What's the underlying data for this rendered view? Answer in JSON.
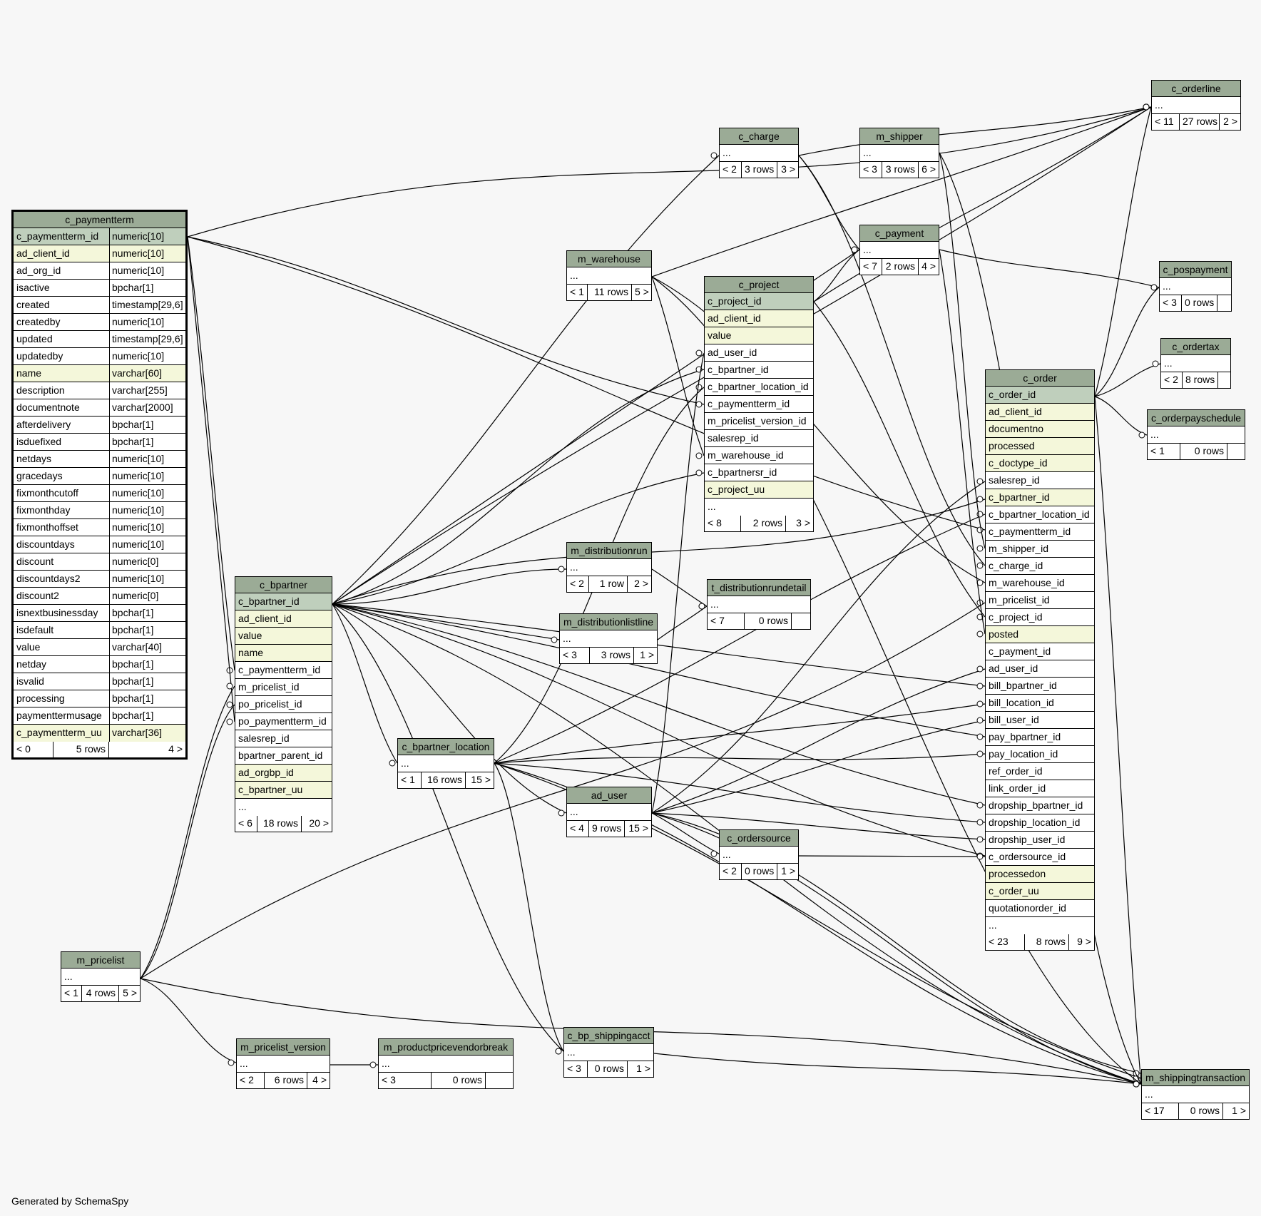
{
  "credit": "Generated by SchemaSpy",
  "colors": {
    "background": "#f7f7f7",
    "header": "#9bab96",
    "primary_key_row": "#bfcfbc",
    "required_row": "#f4f7da"
  },
  "c_paymentterm": {
    "name": "c_paymentterm",
    "columns": [
      {
        "name": "c_paymentterm_id",
        "type": "numeric[10]"
      },
      {
        "name": "ad_client_id",
        "type": "numeric[10]"
      },
      {
        "name": "ad_org_id",
        "type": "numeric[10]"
      },
      {
        "name": "isactive",
        "type": "bpchar[1]"
      },
      {
        "name": "created",
        "type": "timestamp[29,6]"
      },
      {
        "name": "createdby",
        "type": "numeric[10]"
      },
      {
        "name": "updated",
        "type": "timestamp[29,6]"
      },
      {
        "name": "updatedby",
        "type": "numeric[10]"
      },
      {
        "name": "name",
        "type": "varchar[60]"
      },
      {
        "name": "description",
        "type": "varchar[255]"
      },
      {
        "name": "documentnote",
        "type": "varchar[2000]"
      },
      {
        "name": "afterdelivery",
        "type": "bpchar[1]"
      },
      {
        "name": "isduefixed",
        "type": "bpchar[1]"
      },
      {
        "name": "netdays",
        "type": "numeric[10]"
      },
      {
        "name": "gracedays",
        "type": "numeric[10]"
      },
      {
        "name": "fixmonthcutoff",
        "type": "numeric[10]"
      },
      {
        "name": "fixmonthday",
        "type": "numeric[10]"
      },
      {
        "name": "fixmonthoffset",
        "type": "numeric[10]"
      },
      {
        "name": "discountdays",
        "type": "numeric[10]"
      },
      {
        "name": "discount",
        "type": "numeric[0]"
      },
      {
        "name": "discountdays2",
        "type": "numeric[10]"
      },
      {
        "name": "discount2",
        "type": "numeric[0]"
      },
      {
        "name": "isnextbusinessday",
        "type": "bpchar[1]"
      },
      {
        "name": "isdefault",
        "type": "bpchar[1]"
      },
      {
        "name": "value",
        "type": "varchar[40]"
      },
      {
        "name": "netday",
        "type": "bpchar[1]"
      },
      {
        "name": "isvalid",
        "type": "bpchar[1]"
      },
      {
        "name": "processing",
        "type": "bpchar[1]"
      },
      {
        "name": "paymenttermusage",
        "type": "bpchar[1]"
      },
      {
        "name": "c_paymentterm_uu",
        "type": "varchar[36]"
      }
    ],
    "footer": [
      "< 0",
      "5 rows",
      "4 >"
    ]
  },
  "c_bpartner": {
    "name": "c_bpartner",
    "columns": [
      "c_bpartner_id",
      "ad_client_id",
      "value",
      "name",
      "c_paymentterm_id",
      "m_pricelist_id",
      "po_pricelist_id",
      "po_paymentterm_id",
      "salesrep_id",
      "bpartner_parent_id",
      "ad_orgbp_id",
      "c_bpartner_uu",
      "..."
    ],
    "footer": [
      "< 6",
      "18 rows",
      "20 >"
    ]
  },
  "c_project": {
    "name": "c_project",
    "columns": [
      "c_project_id",
      "ad_client_id",
      "value",
      "ad_user_id",
      "c_bpartner_id",
      "c_bpartner_location_id",
      "c_paymentterm_id",
      "m_pricelist_version_id",
      "salesrep_id",
      "m_warehouse_id",
      "c_bpartnersr_id",
      "c_project_uu",
      "..."
    ],
    "footer": [
      "< 8",
      "2 rows",
      "3 >"
    ]
  },
  "c_order": {
    "name": "c_order",
    "columns": [
      "c_order_id",
      "ad_client_id",
      "documentno",
      "processed",
      "c_doctype_id",
      "salesrep_id",
      "c_bpartner_id",
      "c_bpartner_location_id",
      "c_paymentterm_id",
      "m_shipper_id",
      "c_charge_id",
      "m_warehouse_id",
      "m_pricelist_id",
      "c_project_id",
      "posted",
      "c_payment_id",
      "ad_user_id",
      "bill_bpartner_id",
      "bill_location_id",
      "bill_user_id",
      "pay_bpartner_id",
      "pay_location_id",
      "ref_order_id",
      "link_order_id",
      "dropship_bpartner_id",
      "dropship_location_id",
      "dropship_user_id",
      "c_ordersource_id",
      "processedon",
      "c_order_uu",
      "quotationorder_id",
      "..."
    ],
    "footer": [
      "< 23",
      "8 rows",
      "9 >"
    ]
  },
  "c_orderline": {
    "name": "c_orderline",
    "body": "...",
    "footer": [
      "< 11",
      "27 rows",
      "2 >"
    ]
  },
  "c_charge": {
    "name": "c_charge",
    "body": "...",
    "footer": [
      "< 2",
      "3 rows",
      "3 >"
    ]
  },
  "m_shipper": {
    "name": "m_shipper",
    "body": "...",
    "footer": [
      "< 3",
      "3 rows",
      "6 >"
    ]
  },
  "c_payment": {
    "name": "c_payment",
    "body": "...",
    "footer": [
      "< 7",
      "2 rows",
      "4 >"
    ]
  },
  "m_warehouse": {
    "name": "m_warehouse",
    "body": "...",
    "footer": [
      "< 1",
      "11 rows",
      "5 >"
    ]
  },
  "c_pospayment": {
    "name": "c_pospayment",
    "body": "...",
    "footer": [
      "< 3",
      "0 rows",
      ""
    ]
  },
  "c_ordertax": {
    "name": "c_ordertax",
    "body": "...",
    "footer": [
      "< 2",
      "8 rows",
      ""
    ]
  },
  "c_orderpayschedule": {
    "name": "c_orderpayschedule",
    "body": "...",
    "footer": [
      "< 1",
      "0 rows",
      ""
    ]
  },
  "m_distributionrun": {
    "name": "m_distributionrun",
    "body": "...",
    "footer": [
      "< 2",
      "1 row",
      "2 >"
    ]
  },
  "t_distributionrundetail": {
    "name": "t_distributionrundetail",
    "body": "...",
    "footer": [
      "< 7",
      "0 rows",
      ""
    ]
  },
  "m_distributionlistline": {
    "name": "m_distributionlistline",
    "body": "...",
    "footer": [
      "< 3",
      "3 rows",
      "1 >"
    ]
  },
  "c_bpartner_location": {
    "name": "c_bpartner_location",
    "body": "...",
    "footer": [
      "< 1",
      "16 rows",
      "15 >"
    ]
  },
  "ad_user": {
    "name": "ad_user",
    "body": "...",
    "footer": [
      "< 4",
      "9 rows",
      "15 >"
    ]
  },
  "c_ordersource": {
    "name": "c_ordersource",
    "body": "...",
    "footer": [
      "< 2",
      "0 rows",
      "1 >"
    ]
  },
  "m_pricelist": {
    "name": "m_pricelist",
    "body": "...",
    "footer": [
      "< 1",
      "4 rows",
      "5 >"
    ]
  },
  "m_pricelist_version": {
    "name": "m_pricelist_version",
    "body": "...",
    "footer": [
      "< 2",
      "6 rows",
      "4 >"
    ]
  },
  "m_productpricevendorbreak": {
    "name": "m_productpricevendorbreak",
    "body": "...",
    "footer": [
      "< 3",
      "0 rows",
      ""
    ]
  },
  "c_bp_shippingacct": {
    "name": "c_bp_shippingacct",
    "body": "...",
    "footer": [
      "< 3",
      "0 rows",
      "1 >"
    ]
  },
  "m_shippingtransaction": {
    "name": "m_shippingtransaction",
    "body": "...",
    "footer": [
      "< 17",
      "0 rows",
      "1 >"
    ]
  }
}
